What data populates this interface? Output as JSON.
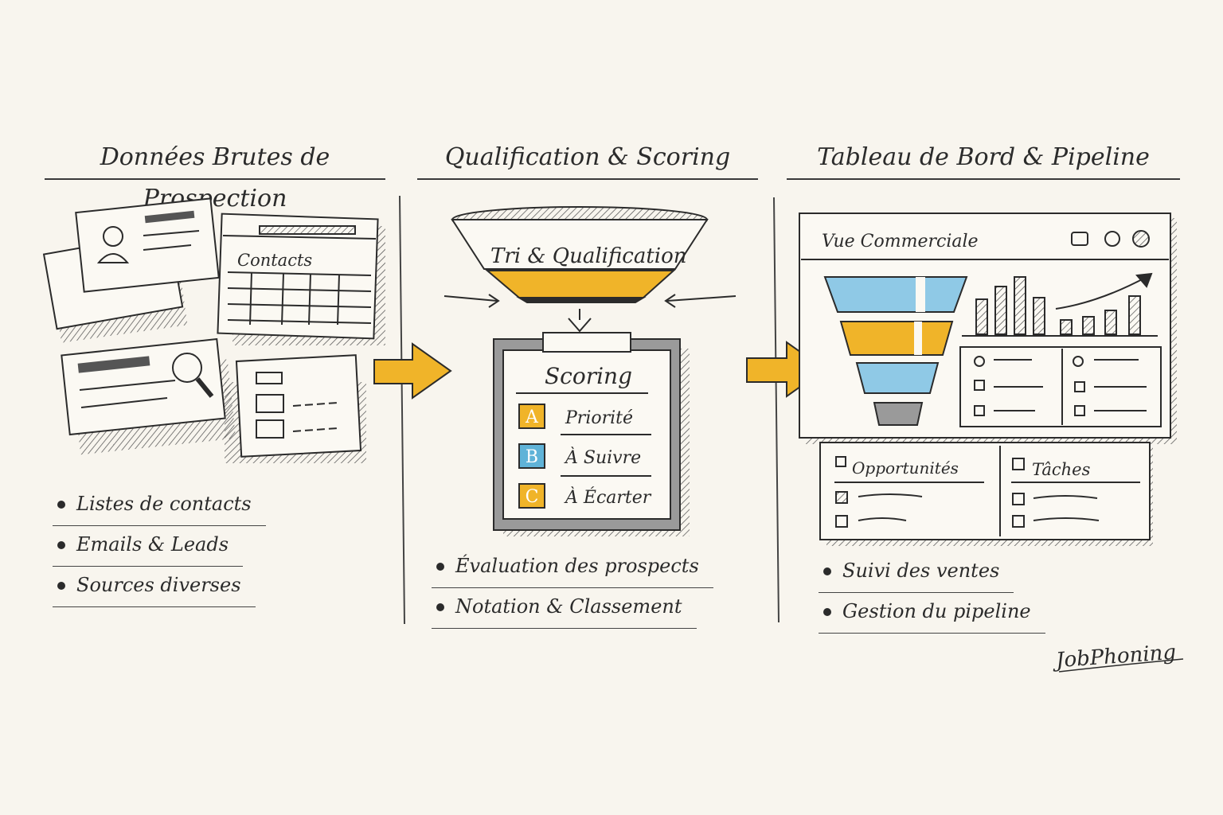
{
  "columns": [
    {
      "title": "Données Brutes de Prospection",
      "bullets": [
        "Listes de contacts",
        "Emails & Leads",
        "Sources diverses"
      ],
      "sheet_label": "Contacts"
    },
    {
      "title": "Qualification & Scoring",
      "bullets": [
        "Évaluation des prospects",
        "Notation & Classement"
      ],
      "funnel_label": "Tri & Qualification",
      "clipboard_title": "Scoring",
      "grades": [
        {
          "letter": "A",
          "label": "Priorité",
          "color": "#f0b429"
        },
        {
          "letter": "B",
          "label": "À Suivre",
          "color": "#5fb3d8"
        },
        {
          "letter": "C",
          "label": "À Écarter",
          "color": "#f0b429"
        }
      ]
    },
    {
      "title": "Tableau de Bord & Pipeline",
      "bullets": [
        "Suivi des ventes",
        "Gestion du pipeline"
      ],
      "window_title": "Vue Commerciale",
      "panels": [
        "Opportunités",
        "Tâches"
      ]
    }
  ],
  "signature": "JobPhoning",
  "colors": {
    "accent_yellow": "#f0b429",
    "accent_blue": "#8fc9e6",
    "ink": "#2b2b2b",
    "paper": "#f8f5ee"
  }
}
